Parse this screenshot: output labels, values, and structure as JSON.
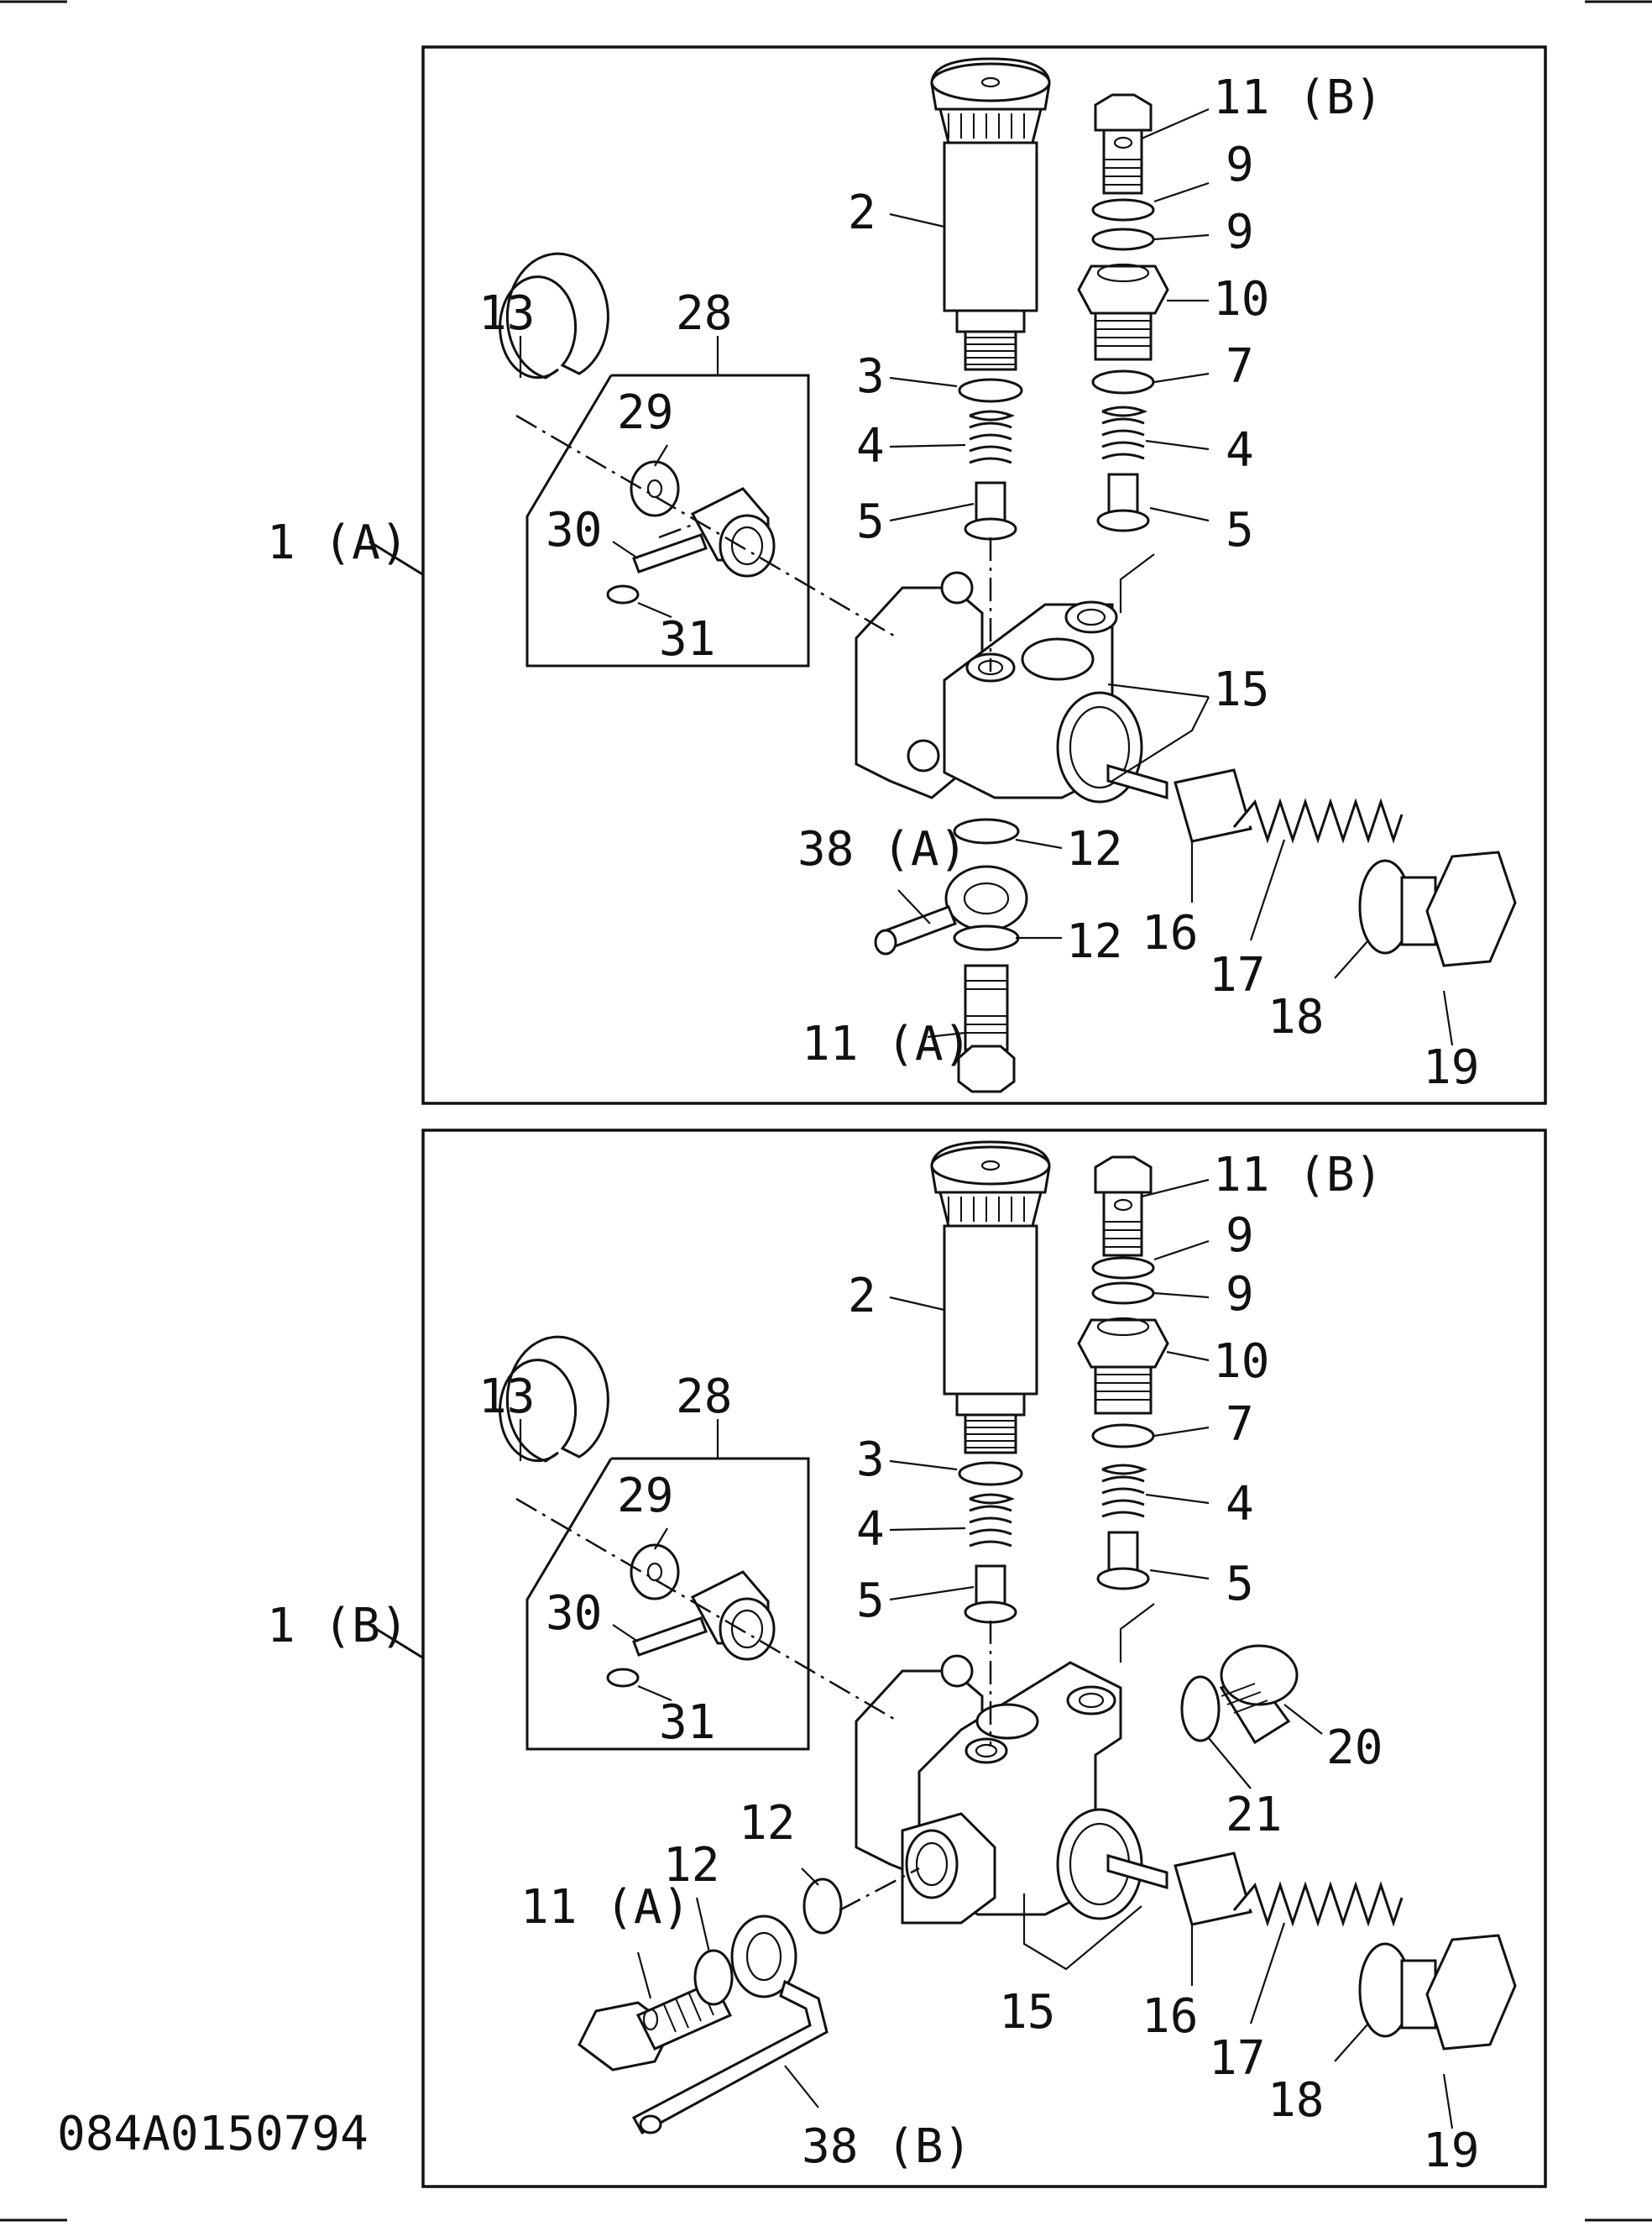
{
  "diagram_id": "084A0150794",
  "panels": [
    {
      "id": "1 (A)",
      "callouts": [
        "2",
        "3",
        "4",
        "5",
        "13",
        "28",
        "29",
        "30",
        "31",
        "11 (B)",
        "9",
        "9",
        "10",
        "7",
        "4",
        "5",
        "15",
        "12",
        "12",
        "38 (A)",
        "16",
        "17",
        "18",
        "19",
        "11 (A)"
      ]
    },
    {
      "id": "1 (B)",
      "callouts": [
        "2",
        "3",
        "4",
        "5",
        "13",
        "28",
        "29",
        "30",
        "31",
        "11 (B)",
        "9",
        "9",
        "10",
        "7",
        "4",
        "5",
        "20",
        "21",
        "15",
        "12",
        "12",
        "11 (A)",
        "38 (B)",
        "16",
        "17",
        "18",
        "19"
      ]
    }
  ],
  "colors": {
    "line": "#111111",
    "background": "#ffffff"
  }
}
